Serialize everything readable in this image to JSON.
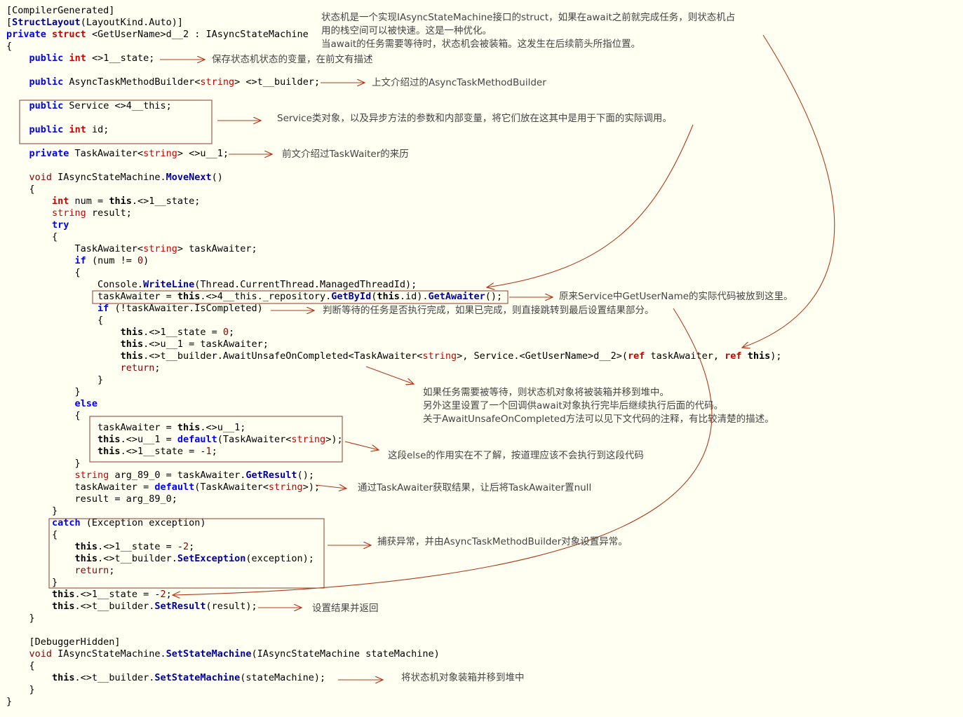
{
  "code_lines": [
    [
      [
        "p",
        "[CompilerGenerated]"
      ]
    ],
    [
      [
        "p",
        "["
      ],
      [
        "mt",
        "StructLayout"
      ],
      [
        "p",
        "(LayoutKind.Auto)]"
      ]
    ],
    [
      [
        "kw",
        "private"
      ],
      [
        "p",
        " "
      ],
      [
        "ky",
        "struct"
      ],
      [
        "p",
        " <GetUserName>d__2 : IAsyncStateMachine"
      ]
    ],
    [
      [
        "p",
        "{"
      ]
    ],
    [
      [
        "p",
        "    "
      ],
      [
        "kw",
        "public"
      ],
      [
        "p",
        " "
      ],
      [
        "ky",
        "int"
      ],
      [
        "p",
        " <>1__state;"
      ]
    ],
    [
      [
        "p",
        ""
      ]
    ],
    [
      [
        "p",
        "    "
      ],
      [
        "kw",
        "public"
      ],
      [
        "p",
        " AsyncTaskMethodBuilder<"
      ],
      [
        "ty",
        "string"
      ],
      [
        "p",
        "> <>t__builder;"
      ]
    ],
    [
      [
        "p",
        ""
      ]
    ],
    [
      [
        "p",
        "    "
      ],
      [
        "kw",
        "public"
      ],
      [
        "p",
        " Service <>4__this;"
      ]
    ],
    [
      [
        "p",
        ""
      ]
    ],
    [
      [
        "p",
        "    "
      ],
      [
        "kw",
        "public"
      ],
      [
        "p",
        " "
      ],
      [
        "ky",
        "int"
      ],
      [
        "p",
        " id;"
      ]
    ],
    [
      [
        "p",
        ""
      ]
    ],
    [
      [
        "p",
        "    "
      ],
      [
        "kw",
        "private"
      ],
      [
        "p",
        " TaskAwaiter<"
      ],
      [
        "ty",
        "string"
      ],
      [
        "p",
        "> <>u__1;"
      ]
    ],
    [
      [
        "p",
        ""
      ]
    ],
    [
      [
        "p",
        "    "
      ],
      [
        "nm",
        "void"
      ],
      [
        "p",
        " IAsyncStateMachine."
      ],
      [
        "mt",
        "MoveNext"
      ],
      [
        "p",
        "()"
      ]
    ],
    [
      [
        "p",
        "    {"
      ]
    ],
    [
      [
        "p",
        "        "
      ],
      [
        "ky",
        "int"
      ],
      [
        "p",
        " num = "
      ],
      [
        "th",
        "this"
      ],
      [
        "p",
        ".<>1__state;"
      ]
    ],
    [
      [
        "p",
        "        "
      ],
      [
        "ty",
        "string"
      ],
      [
        "p",
        " result;"
      ]
    ],
    [
      [
        "p",
        "        "
      ],
      [
        "kw",
        "try"
      ]
    ],
    [
      [
        "p",
        "        {"
      ]
    ],
    [
      [
        "p",
        "            TaskAwaiter<"
      ],
      [
        "ty",
        "string"
      ],
      [
        "p",
        "> taskAwaiter;"
      ]
    ],
    [
      [
        "p",
        "            "
      ],
      [
        "kw",
        "if"
      ],
      [
        "p",
        " (num != "
      ],
      [
        "nm",
        "0"
      ],
      [
        "p",
        ")"
      ]
    ],
    [
      [
        "p",
        "            {"
      ]
    ],
    [
      [
        "p",
        "                Console."
      ],
      [
        "mt",
        "WriteLine"
      ],
      [
        "p",
        "(Thread.CurrentThread.ManagedThreadId);"
      ]
    ],
    [
      [
        "p",
        "                taskAwaiter = "
      ],
      [
        "th",
        "this"
      ],
      [
        "p",
        ".<>4__this._repository."
      ],
      [
        "mt",
        "GetById"
      ],
      [
        "p",
        "("
      ],
      [
        "th",
        "this"
      ],
      [
        "p",
        ".id)."
      ],
      [
        "mt",
        "GetAwaiter"
      ],
      [
        "p",
        "();"
      ]
    ],
    [
      [
        "p",
        "                "
      ],
      [
        "kw",
        "if"
      ],
      [
        "p",
        " (!taskAwaiter.IsCompleted)"
      ]
    ],
    [
      [
        "p",
        "                {"
      ]
    ],
    [
      [
        "p",
        "                    "
      ],
      [
        "th",
        "this"
      ],
      [
        "p",
        ".<>1__state = "
      ],
      [
        "nm",
        "0"
      ],
      [
        "p",
        ";"
      ]
    ],
    [
      [
        "p",
        "                    "
      ],
      [
        "th",
        "this"
      ],
      [
        "p",
        ".<>u__1 = taskAwaiter;"
      ]
    ],
    [
      [
        "p",
        "                    "
      ],
      [
        "th",
        "this"
      ],
      [
        "p",
        ".<>t__builder.AwaitUnsafeOnCompleted<TaskAwaiter<"
      ],
      [
        "ty",
        "string"
      ],
      [
        "p",
        ">, Service.<GetUserName>d__2>("
      ],
      [
        "ky",
        "ref"
      ],
      [
        "p",
        " taskAwaiter, "
      ],
      [
        "ky",
        "ref"
      ],
      [
        "p",
        " "
      ],
      [
        "th",
        "this"
      ],
      [
        "p",
        ");"
      ]
    ],
    [
      [
        "p",
        "                    "
      ],
      [
        "nm",
        "return"
      ],
      [
        "p",
        ";"
      ]
    ],
    [
      [
        "p",
        "                }"
      ]
    ],
    [
      [
        "p",
        "            }"
      ]
    ],
    [
      [
        "p",
        "            "
      ],
      [
        "kw",
        "else"
      ]
    ],
    [
      [
        "p",
        "            {"
      ]
    ],
    [
      [
        "p",
        "                taskAwaiter = "
      ],
      [
        "th",
        "this"
      ],
      [
        "p",
        ".<>u__1;"
      ]
    ],
    [
      [
        "p",
        "                "
      ],
      [
        "th",
        "this"
      ],
      [
        "p",
        ".<>u__1 = "
      ],
      [
        "kw",
        "default"
      ],
      [
        "p",
        "(TaskAwaiter<"
      ],
      [
        "ty",
        "string"
      ],
      [
        "p",
        ">);"
      ]
    ],
    [
      [
        "p",
        "                "
      ],
      [
        "th",
        "this"
      ],
      [
        "p",
        ".<>1__state = -"
      ],
      [
        "nm",
        "1"
      ],
      [
        "p",
        ";"
      ]
    ],
    [
      [
        "p",
        "            }"
      ]
    ],
    [
      [
        "p",
        "            "
      ],
      [
        "ty",
        "string"
      ],
      [
        "p",
        " arg_89_0 = taskAwaiter."
      ],
      [
        "mt",
        "GetResult"
      ],
      [
        "p",
        "();"
      ]
    ],
    [
      [
        "p",
        "            taskAwaiter = "
      ],
      [
        "kw",
        "default"
      ],
      [
        "p",
        "(TaskAwaiter<"
      ],
      [
        "ty",
        "string"
      ],
      [
        "p",
        ">);"
      ]
    ],
    [
      [
        "p",
        "            result = arg_89_0;"
      ]
    ],
    [
      [
        "p",
        "        }"
      ]
    ],
    [
      [
        "p",
        "        "
      ],
      [
        "kw",
        "catch"
      ],
      [
        "p",
        " (Exception exception)"
      ]
    ],
    [
      [
        "p",
        "        {"
      ]
    ],
    [
      [
        "p",
        "            "
      ],
      [
        "th",
        "this"
      ],
      [
        "p",
        ".<>1__state = -"
      ],
      [
        "nm",
        "2"
      ],
      [
        "p",
        ";"
      ]
    ],
    [
      [
        "p",
        "            "
      ],
      [
        "th",
        "this"
      ],
      [
        "p",
        ".<>t__builder."
      ],
      [
        "mt",
        "SetException"
      ],
      [
        "p",
        "(exception);"
      ]
    ],
    [
      [
        "p",
        "            "
      ],
      [
        "nm",
        "return"
      ],
      [
        "p",
        ";"
      ]
    ],
    [
      [
        "p",
        "        }"
      ]
    ],
    [
      [
        "p",
        "        "
      ],
      [
        "th",
        "this"
      ],
      [
        "p",
        ".<>1__state = -"
      ],
      [
        "nm",
        "2"
      ],
      [
        "p",
        ";"
      ]
    ],
    [
      [
        "p",
        "        "
      ],
      [
        "th",
        "this"
      ],
      [
        "p",
        ".<>t__builder."
      ],
      [
        "mt",
        "SetResult"
      ],
      [
        "p",
        "(result);"
      ]
    ],
    [
      [
        "p",
        "    }"
      ]
    ],
    [
      [
        "p",
        ""
      ]
    ],
    [
      [
        "p",
        "    [DebuggerHidden]"
      ]
    ],
    [
      [
        "p",
        "    "
      ],
      [
        "nm",
        "void"
      ],
      [
        "p",
        " IAsyncStateMachine."
      ],
      [
        "mt",
        "SetStateMachine"
      ],
      [
        "p",
        "(IAsyncStateMachine stateMachine)"
      ]
    ],
    [
      [
        "p",
        "    {"
      ]
    ],
    [
      [
        "p",
        "        "
      ],
      [
        "th",
        "this"
      ],
      [
        "p",
        ".<>t__builder."
      ],
      [
        "mt",
        "SetStateMachine"
      ],
      [
        "p",
        "(stateMachine);"
      ]
    ],
    [
      [
        "p",
        "    }"
      ]
    ],
    [
      [
        "p",
        "}"
      ]
    ]
  ],
  "annotations": {
    "struct_intro": "状态机是一个实现IAsyncStateMachine接口的struct，如果在await之前就完成任务，则状态机占\n用的栈空间可以被快速。这是一种优化。\n当await的任务需要等待时，状态机会被装箱。这发生在后续箭头所指位置。",
    "state": "保存状态机状态的变量，在前文有描述",
    "builder": "上文介绍过的AsyncTaskMethodBuilder",
    "service": "Service类对象，以及异步方法的参数和内部变量，将它们放在这其中是用于下面的实际调用。",
    "awaiter": "前文介绍过TaskWaiter的来历",
    "actual_code": "原来Service中GetUserName的实际代码被放到这里。",
    "completed": "判断等待的任务是否执行完成，如果已完成，则直接跳转到最后设置结果部分。",
    "boxing": "如果任务需要被等待，则状态机对象将被装箱并移到堆中。\n另外这里设置了一个回调供await对象执行完毕后继续执行后面的代码。\n关于AwaitUnsafeOnCompleted方法可以见下文代码的注释，有比较清楚的描述。",
    "else_block": "这段else的作用实在不了解，按道理应该不会执行到这段代码",
    "get_result": "通过TaskAwaiter获取结果，让后将TaskAwaiter置null",
    "catch": "捕获异常，并由AsyncTaskMethodBuilder对象设置异常。",
    "set_result": "设置结果并返回",
    "set_state_machine": "将状态机对象装箱并移到堆中"
  },
  "colors": {
    "arrow": "#b23a1e",
    "box": "#8b3a2a",
    "background": "#fffff2"
  }
}
